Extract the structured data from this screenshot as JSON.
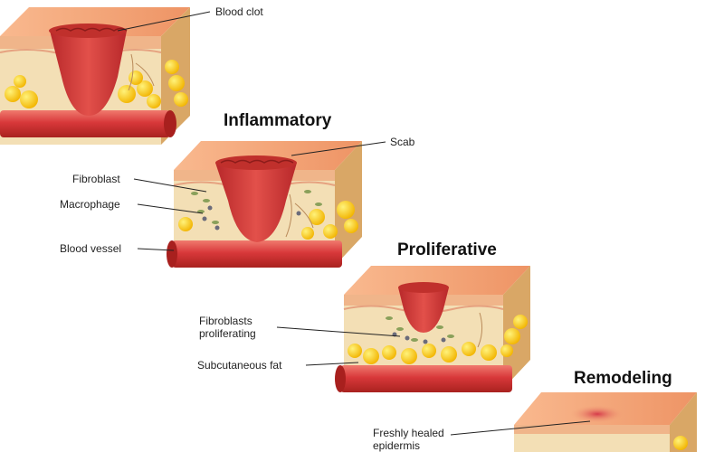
{
  "stages": {
    "inflammatory": "Inflammatory",
    "proliferative": "Proliferative",
    "remodeling": "Remodeling"
  },
  "labels": {
    "blood_clot": "Blood clot",
    "scab": "Scab",
    "fibroblast": "Fibroblast",
    "macrophage": "Macrophage",
    "blood_vessel": "Blood vessel",
    "fibroblasts_proliferating_line1": "Fibroblasts",
    "fibroblasts_proliferating_line2": "proliferating",
    "subcutaneous_fat": "Subcutaneous fat",
    "freshly_healed_line1": "Freshly healed",
    "freshly_healed_line2": "epidermis"
  },
  "colors": {
    "skin_top": "#f3a77a",
    "dermis": "#f3dfb5",
    "fat": "#f6c21c",
    "vessel": "#d8383a",
    "clot": "#c9322e",
    "side_face": "#c9944e"
  }
}
